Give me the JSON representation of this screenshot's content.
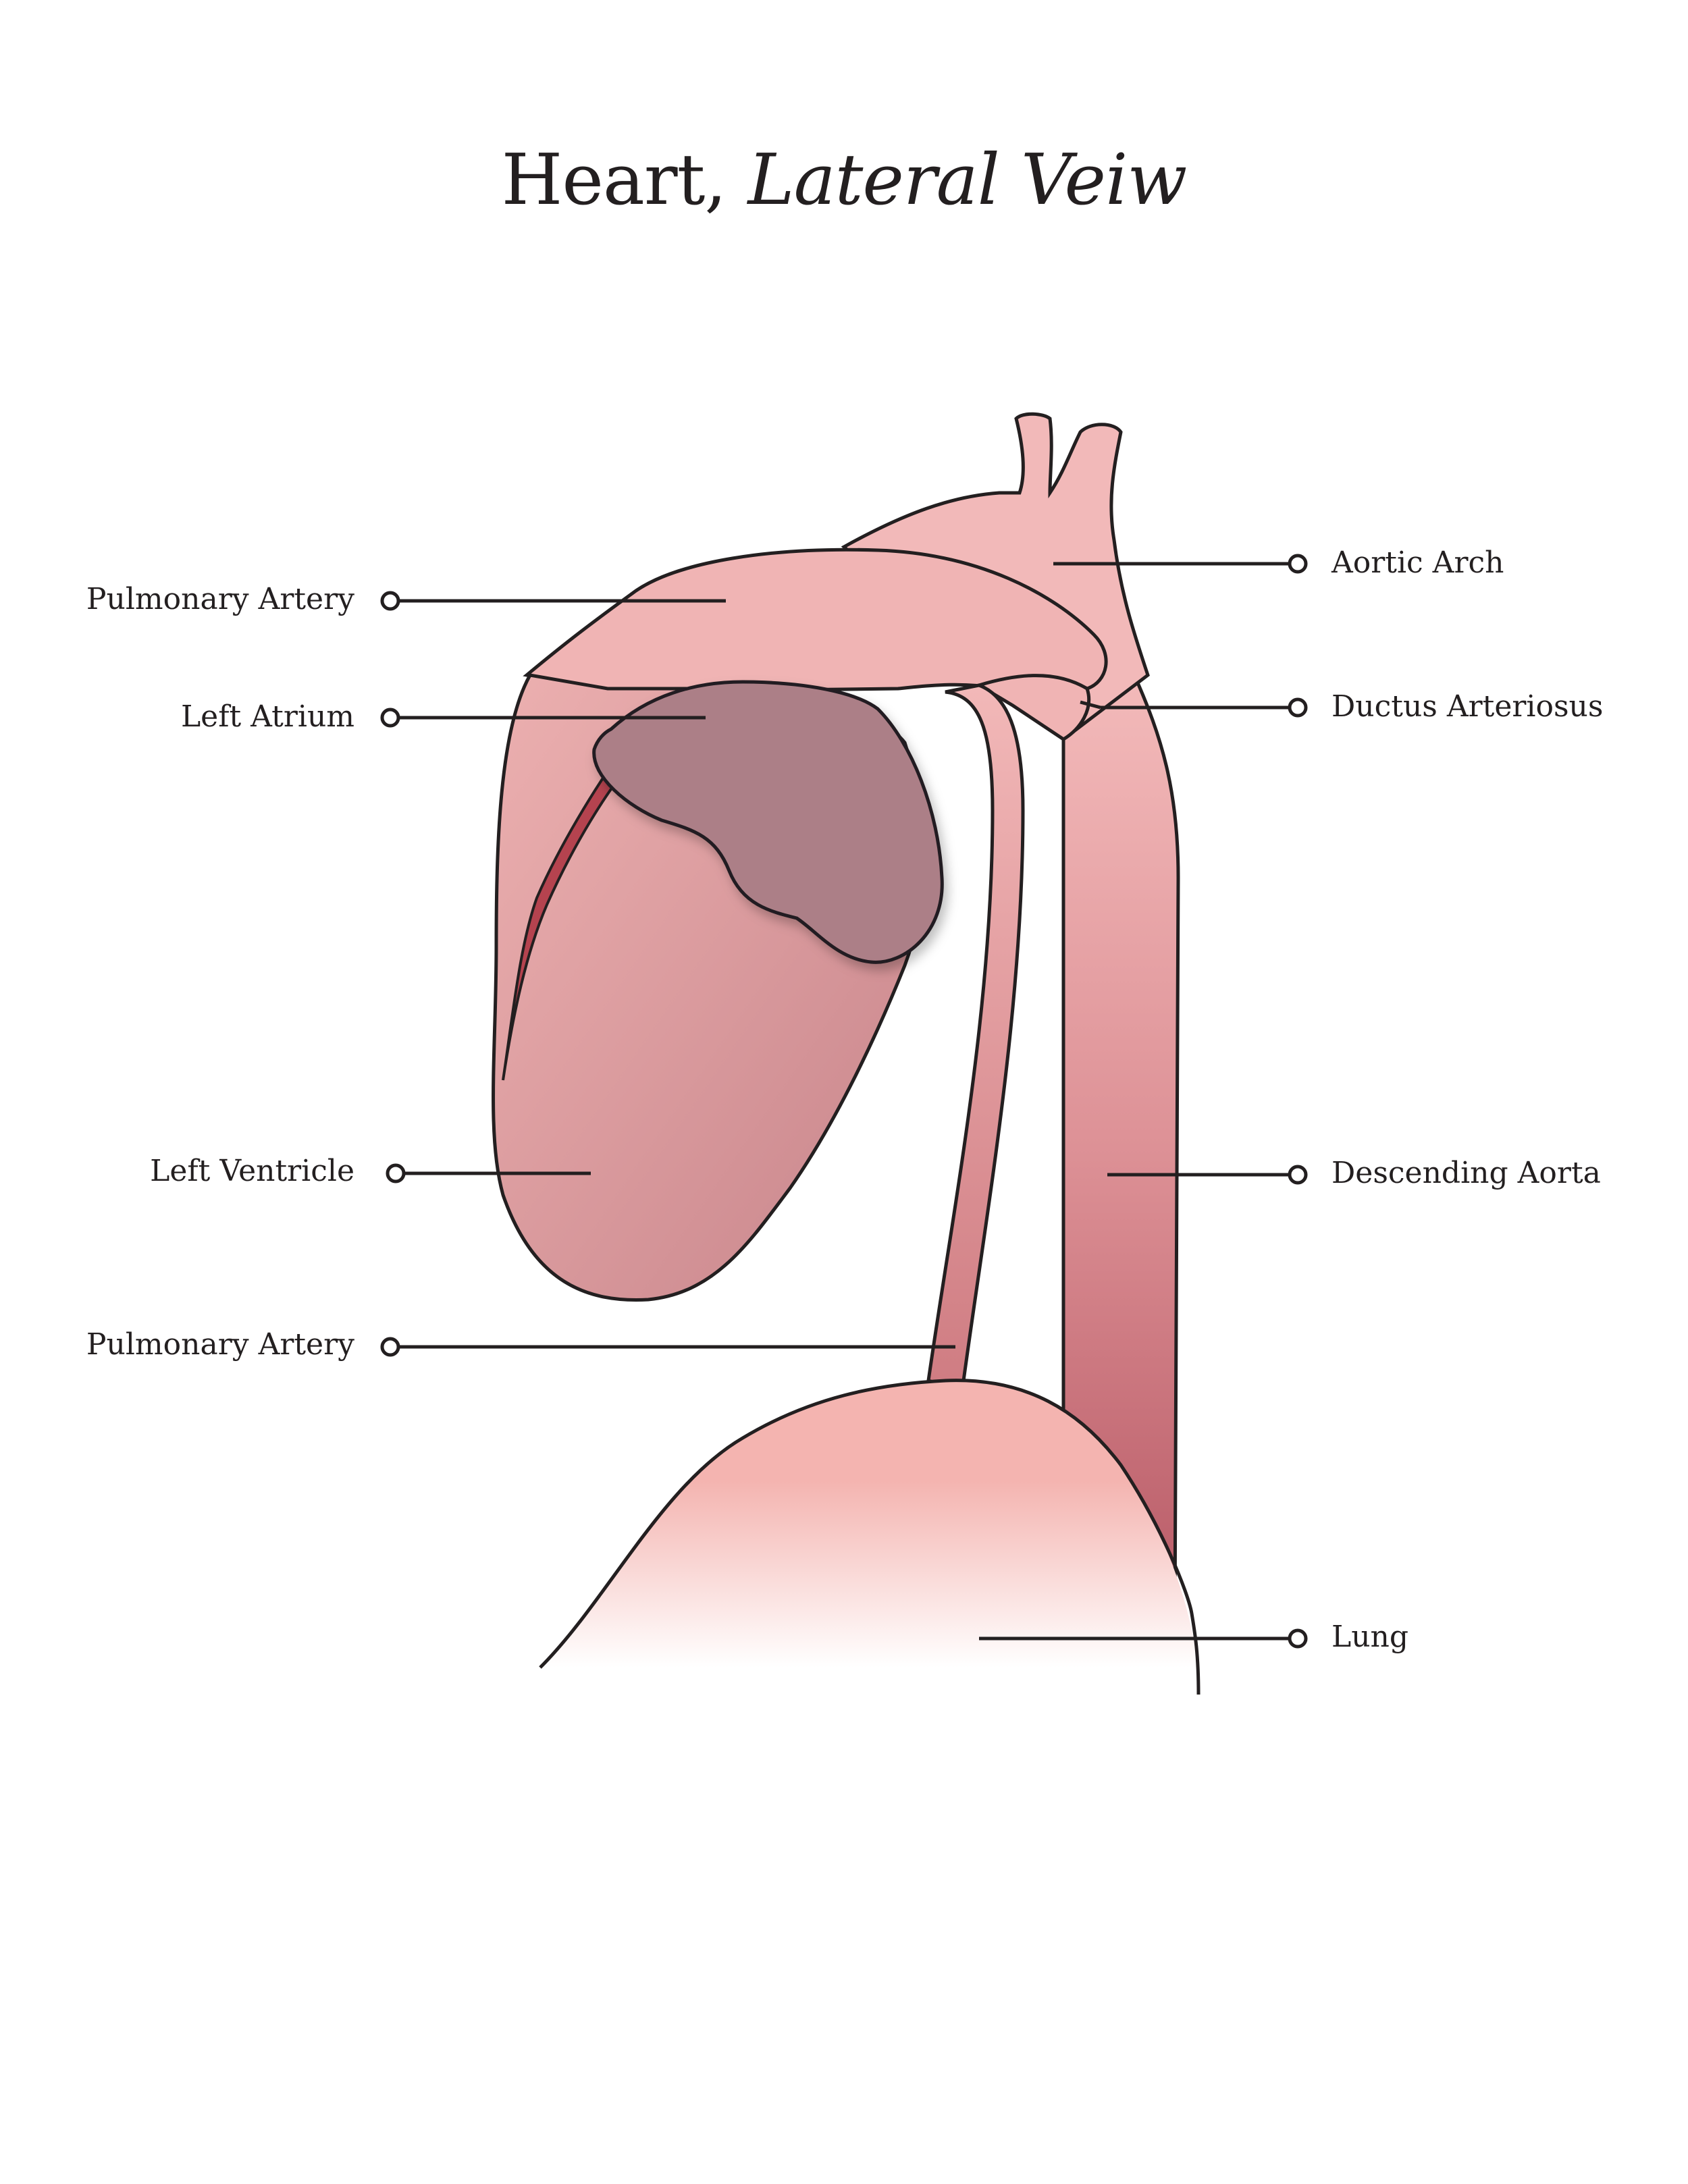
{
  "title": {
    "main": "Heart,",
    "emphasis": "Lateral Veiw"
  },
  "labels": {
    "pulmonary_artery_top": "Pulmonary Artery",
    "left_atrium": "Left Atrium",
    "left_ventricle": "Left Ventricle",
    "pulmonary_artery_bottom": "Pulmonary Artery",
    "aortic_arch": "Aortic Arch",
    "ductus_arteriosus": "Ductus Arteriosus",
    "descending_aorta": "Descending Aorta",
    "lung": "Lung"
  },
  "colors": {
    "outline": "#231f20",
    "vessel_light": "#f2b9b9",
    "vessel_dark": "#b85a66",
    "atrium": "#ac7f87",
    "ventricle_top": "#e8a9a9",
    "ventricle_bottom": "#c98686",
    "coronary": "#b5434f",
    "lung": "#f4b4b0"
  }
}
